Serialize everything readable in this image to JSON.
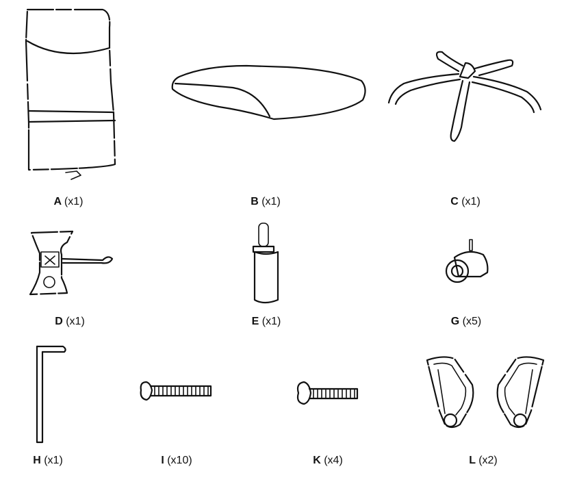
{
  "parts": [
    {
      "id": "A",
      "letter": "A",
      "qty": "(x1)",
      "icon": "backrest-icon"
    },
    {
      "id": "B",
      "letter": "B",
      "qty": "(x1)",
      "icon": "seat-cushion-icon"
    },
    {
      "id": "C",
      "letter": "C",
      "qty": "(x1)",
      "icon": "five-star-base-icon"
    },
    {
      "id": "D",
      "letter": "D",
      "qty": "(x1)",
      "icon": "tilt-mechanism-icon"
    },
    {
      "id": "E",
      "letter": "E",
      "qty": "(x1)",
      "icon": "gas-cylinder-icon"
    },
    {
      "id": "G",
      "letter": "G",
      "qty": "(x5)",
      "icon": "caster-wheel-icon"
    },
    {
      "id": "H",
      "letter": "H",
      "qty": "(x1)",
      "icon": "allen-key-icon"
    },
    {
      "id": "I",
      "letter": "I",
      "qty": "(x10)",
      "icon": "long-bolt-icon"
    },
    {
      "id": "K",
      "letter": "K",
      "qty": "(x4)",
      "icon": "short-bolt-icon"
    },
    {
      "id": "L",
      "letter": "L",
      "qty": "(x2)",
      "icon": "armrest-pair-icon"
    }
  ]
}
